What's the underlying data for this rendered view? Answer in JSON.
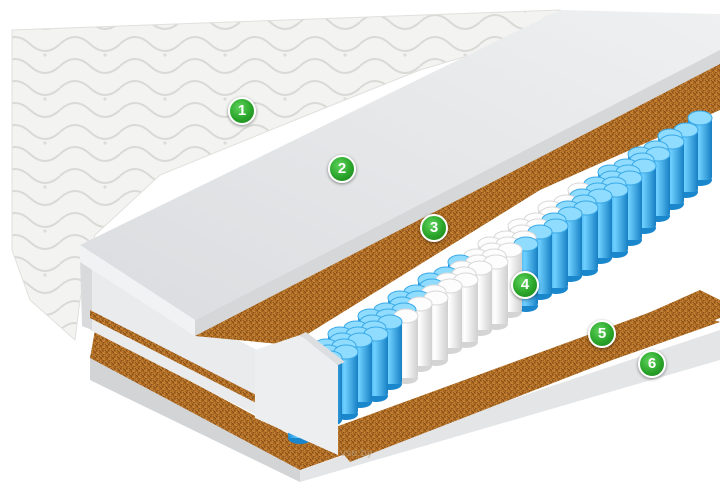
{
  "markers": [
    {
      "id": "marker-1",
      "label": "1"
    },
    {
      "id": "marker-2",
      "label": "2"
    },
    {
      "id": "marker-3",
      "label": "3"
    },
    {
      "id": "marker-4",
      "label": "4"
    },
    {
      "id": "marker-5",
      "label": "5"
    },
    {
      "id": "marker-6",
      "label": "6"
    }
  ],
  "layers": {
    "quilted_cover": {
      "color": "#f2f2f0"
    },
    "foam_layer": {
      "color": "#e6e8ea"
    },
    "coconut_coir": {
      "color": "#a5641e"
    },
    "blue_springs": {
      "color": "#2aa6e8"
    },
    "white_springs": {
      "color": "#f4f4f4"
    },
    "base_board": {
      "color": "#eceeef"
    }
  },
  "watermark": "vse.by"
}
